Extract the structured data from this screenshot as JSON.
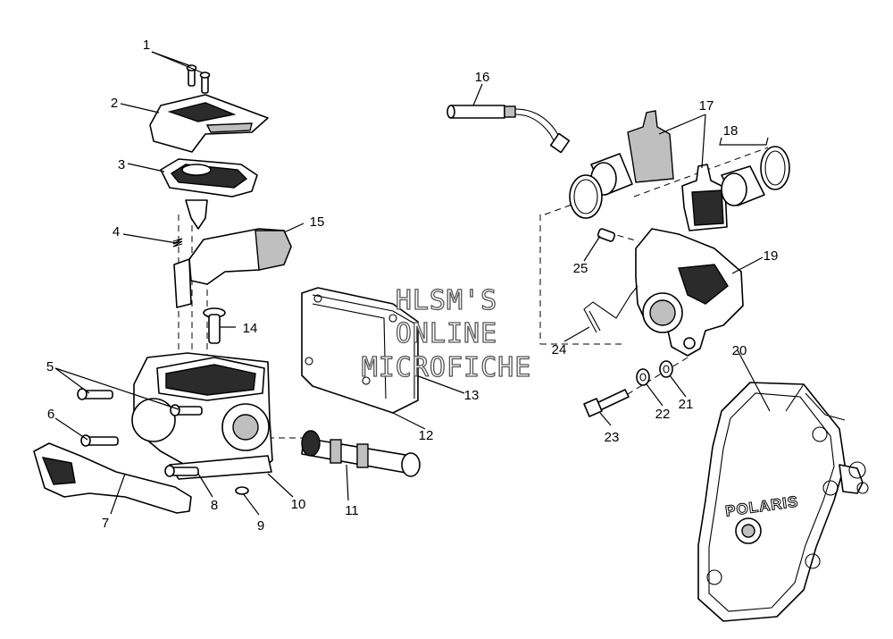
{
  "callouts": [
    "1",
    "2",
    "3",
    "4",
    "5",
    "6",
    "7",
    "8",
    "9",
    "10",
    "11",
    "12",
    "13",
    "14",
    "15",
    "16",
    "17",
    "18",
    "19",
    "20",
    "21",
    "22",
    "23",
    "24",
    "25"
  ],
  "watermark": [
    "HLSM'S",
    "ONLINE",
    "MICROFICHE"
  ],
  "brand_logo": "POLARIS"
}
